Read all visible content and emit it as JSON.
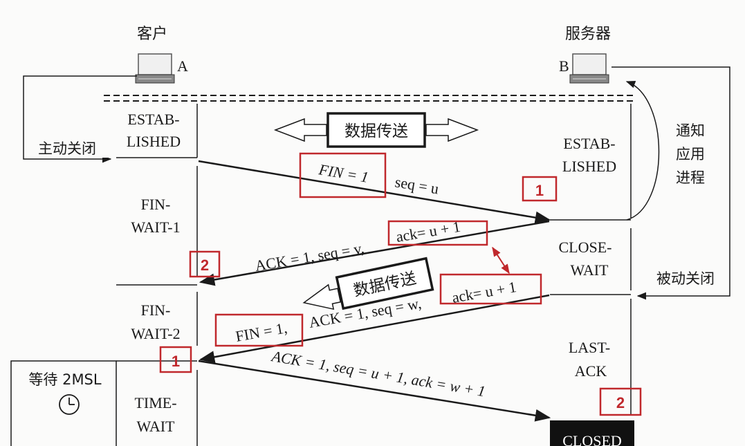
{
  "hosts": {
    "client": {
      "name": "客户",
      "label": "A"
    },
    "server": {
      "name": "服务器",
      "label": "B"
    }
  },
  "client_states": {
    "established": [
      "ESTAB-",
      "LISHED"
    ],
    "fin_wait_1": [
      "FIN-",
      "WAIT-1"
    ],
    "fin_wait_2": [
      "FIN-",
      "WAIT-2"
    ],
    "time_wait": [
      "TIME-",
      "WAIT"
    ]
  },
  "server_states": {
    "established": [
      "ESTAB-",
      "LISHED"
    ],
    "close_wait": [
      "CLOSE-",
      "WAIT"
    ],
    "last_ack": [
      "LAST-",
      "ACK"
    ],
    "closed": "CLOSED"
  },
  "side_labels": {
    "active_close": "主动关闭",
    "passive_close": "被动关闭",
    "notify_app": [
      "通知",
      "应用",
      "进程"
    ],
    "wait_2msl": "等待 2MSL"
  },
  "data_transfer": "数据传送",
  "messages": {
    "m1_fin": "FIN = 1",
    "m1_seq": "seq = u",
    "m2_left": "ACK = 1, seq = v,",
    "m2_ack": "ack= u + 1",
    "m3_fin": "FIN = 1,",
    "m3_mid": "ACK = 1, seq = w,",
    "m3_ack": "ack= u + 1",
    "m4": "ACK = 1, seq = u + 1, ack = w + 1"
  },
  "annotations": {
    "n1_server": "1",
    "n2_client": "2",
    "n1_client": "1",
    "n2_server": "2"
  },
  "colors": {
    "annotation_red": "#c0282c",
    "ink": "#1a1a1a",
    "background": "#fbfbfa"
  }
}
